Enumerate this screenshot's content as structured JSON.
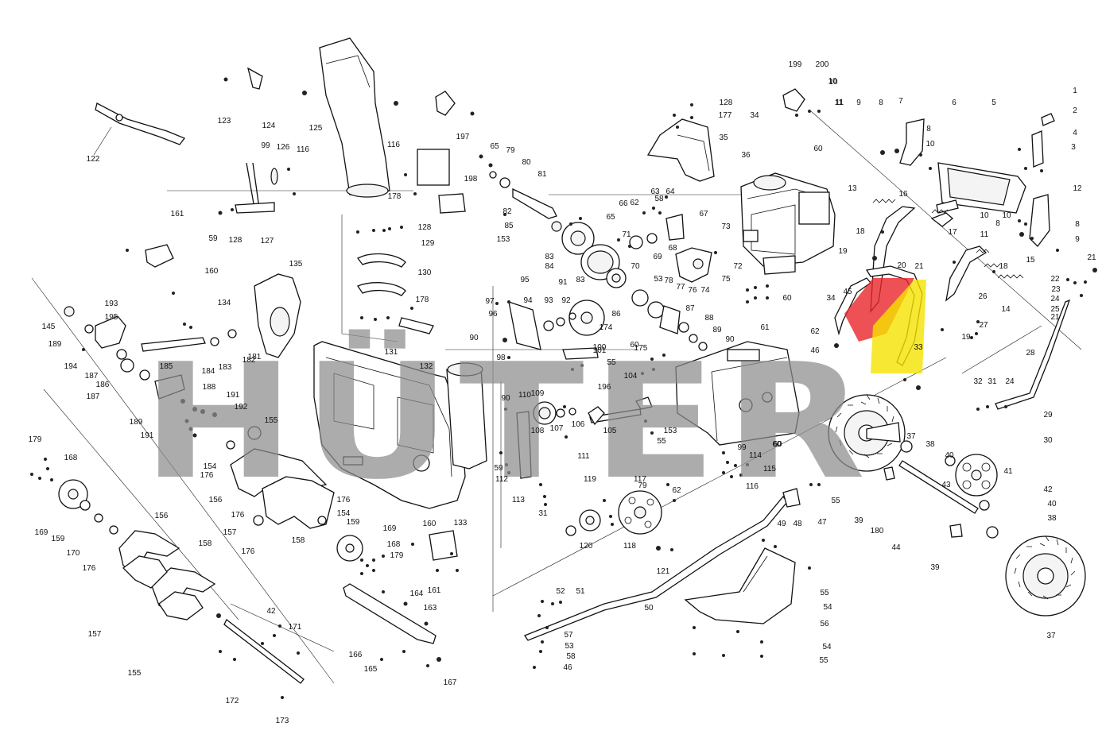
{
  "diagram": {
    "labels": [
      "1",
      "2",
      "4",
      "3",
      "5",
      "6",
      "7",
      "8",
      "8",
      "9",
      "10",
      "10",
      "11",
      "10",
      "10",
      "11",
      "8",
      "12",
      "8",
      "9",
      "13",
      "16",
      "17",
      "15",
      "18",
      "18",
      "19",
      "19",
      "20",
      "21",
      "21",
      "22",
      "23",
      "24",
      "25",
      "21",
      "26",
      "27",
      "14",
      "34",
      "45",
      "62",
      "46",
      "33",
      "28",
      "32",
      "31",
      "24",
      "29",
      "30",
      "199",
      "200",
      "10",
      "34",
      "60",
      "11",
      "128",
      "177",
      "35",
      "36",
      "64",
      "67",
      "73",
      "72",
      "75",
      "74",
      "76",
      "77",
      "78",
      "53",
      "69",
      "68",
      "70",
      "71",
      "65",
      "66",
      "62",
      "63",
      "58",
      "60",
      "61",
      "65",
      "79",
      "80",
      "81",
      "82",
      "85",
      "153",
      "83",
      "84",
      "83",
      "91",
      "93",
      "92",
      "94",
      "95",
      "97",
      "96",
      "86",
      "87",
      "88",
      "89",
      "90",
      "90",
      "98",
      "174",
      "175",
      "100",
      "101",
      "55",
      "104",
      "60",
      "60",
      "90",
      "110",
      "109",
      "108",
      "107",
      "106",
      "105",
      "196",
      "153",
      "55",
      "59",
      "112",
      "111",
      "113",
      "31",
      "119",
      "117",
      "79",
      "62",
      "120",
      "118",
      "121",
      "99",
      "114",
      "115",
      "116",
      "60",
      "37",
      "38",
      "40",
      "41",
      "42",
      "40",
      "38",
      "39",
      "180",
      "44",
      "43",
      "39",
      "37",
      "47",
      "48",
      "49",
      "55",
      "50",
      "51",
      "52",
      "57",
      "53",
      "58",
      "46",
      "54",
      "55",
      "56",
      "54",
      "55",
      "122",
      "123",
      "124",
      "125",
      "116",
      "197",
      "198",
      "178",
      "99",
      "126",
      "116",
      "127",
      "128",
      "59",
      "128",
      "129",
      "130",
      "178",
      "131",
      "132",
      "135",
      "134",
      "161",
      "160",
      "145",
      "193",
      "195",
      "189",
      "194",
      "187",
      "186",
      "187",
      "185",
      "184",
      "183",
      "182",
      "181",
      "188",
      "191",
      "192",
      "189",
      "191",
      "155",
      "154",
      "176",
      "156",
      "176",
      "157",
      "176",
      "158",
      "176",
      "154",
      "159",
      "169",
      "168",
      "179",
      "160",
      "133",
      "161",
      "179",
      "168",
      "169",
      "159",
      "170",
      "176",
      "156",
      "158",
      "157",
      "155",
      "42",
      "171",
      "172",
      "173",
      "164",
      "163",
      "166",
      "165",
      "167"
    ]
  },
  "watermark": {
    "text": "HÜTER",
    "colors": [
      "#8c8c8c",
      "#e8262b",
      "#f5e400"
    ]
  }
}
